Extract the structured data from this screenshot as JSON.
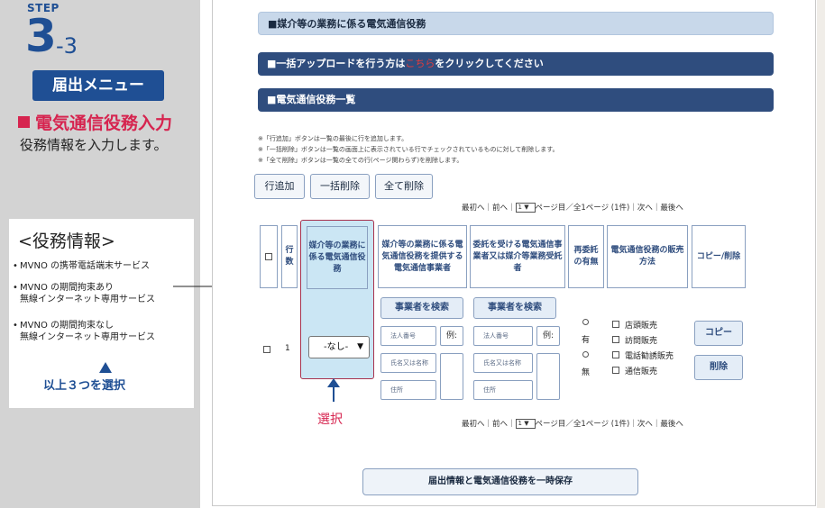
{
  "guide": {
    "step_label": "STEP",
    "step_number": "3",
    "step_sub": "-3",
    "menu_badge": "届出メニュー",
    "section_title": "電気通信役務入力",
    "section_desc": "役務情報を入力します。",
    "info_heading": "<役務情報>",
    "info_items": [
      "MVNO の携帯電話端末サービス",
      "MVNO の期間拘束あり",
      "無線インターネット専用サービス",
      "MVNO の期間拘束なし",
      "無線インターネット専用サービス"
    ],
    "bullet": "•",
    "select_three": "以上３つを選択",
    "select_callout": "選択"
  },
  "app": {
    "bar1": "■媒介等の業務に係る電気通信役務",
    "bar2_pre": "■一括アップロードを行う方は",
    "bar2_link": "こちら",
    "bar2_post": "をクリックしてください",
    "bar3": "■電気通信役務一覧",
    "notes": [
      "※「行追加」ボタンは一覧の最後に行を追加します。",
      "※「一括削除」ボタンは一覧の画面上に表示されている行でチェックされているものに対して削除します。",
      "※「全て削除」ボタンは一覧の全ての行(ページ関わらず)を削除します。"
    ],
    "btn_add_row": "行追加",
    "btn_bulk_delete": "一括削除",
    "btn_delete_all": "全て削除",
    "pager_pre": "最初へ｜前へ｜",
    "pager_page": "1",
    "pager_post": "ページ目／全1ページ (1件)｜次へ｜最後へ",
    "headers": {
      "row_num": "行数",
      "service": "媒介等の業務に係る電気通信役務",
      "provider": "媒介等の業務に係る電気通信役務を提供する電気通信事業者",
      "contractor": "委託を受ける電気通信事業者又は媒介等業務受託者",
      "resub": "再委託の有無",
      "sales": "電気通信役務の販売方法",
      "copy_delete": "コピー/削除"
    },
    "row": {
      "number": "1",
      "service_value": "-なし-",
      "search_btn": "事業者を検索",
      "corp_no_placeholder": "法人番号",
      "name_placeholder": "氏名又は名称",
      "address_placeholder": "住所",
      "example": "例:",
      "resub_yes": "有",
      "resub_no": "無",
      "sales_options": [
        "店頭販売",
        "訪問販売",
        "電話勧誘販売",
        "通信販売"
      ],
      "copy_btn": "コピー",
      "delete_btn": "削除"
    },
    "save_btn": "届出情報と電気通信役務を一時保存"
  },
  "colors": {
    "brand_blue": "#1f4f94",
    "accent_red": "#d6244f",
    "header_blue": "#2f4d7e"
  }
}
